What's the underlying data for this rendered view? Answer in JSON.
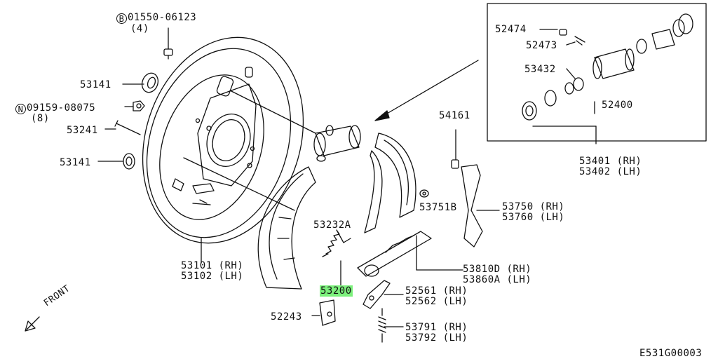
{
  "labels": {
    "b_part": "01550-06123",
    "b_prefix": "B",
    "b_qty": "(4)",
    "grommet_upper": "53141",
    "n_part": "09159-08075",
    "n_prefix": "N",
    "n_qty": "(8)",
    "pin": "53241",
    "grommet_lower": "53141",
    "backing_plate": "53101 (RH)",
    "backing_plate_lh": "53102 (LH)",
    "spring_upper": "53232A",
    "shoe_set": "53200",
    "clip": "52243",
    "washer": "53751B",
    "lever_rh": "53750 (RH)",
    "lever_lh": "53760 (LH)",
    "pivot": "54161",
    "adjuster_rh": "53810D (RH)",
    "adjuster_lh": "53860A (LH)",
    "lever2_rh": "52561 (RH)",
    "lever2_lh": "52562 (LH)",
    "spring_lower_rh": "53791 (RH)",
    "spring_lower_lh": "53792 (LH)",
    "inset_52474": "52474",
    "inset_52473": "52473",
    "inset_53432": "53432",
    "inset_52400": "52400",
    "cylinder_rh": "53401 (RH)",
    "cylinder_lh": "53402 (LH)",
    "front": "FRONT",
    "figure_code": "E531G00003"
  },
  "highlight_color": "#7cf07c"
}
